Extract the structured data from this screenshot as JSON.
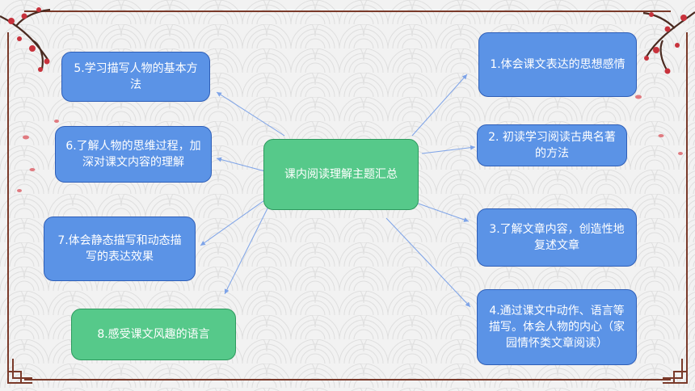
{
  "center": {
    "label": "课内阅读理解主题汇总"
  },
  "nodes": [
    {
      "id": "n1",
      "label": "1.体会课文表达的思想感情"
    },
    {
      "id": "n2",
      "label": "2. 初读学习阅读古典名著的方法"
    },
    {
      "id": "n3",
      "label": "3.了解文章内容，创造性地复述文章"
    },
    {
      "id": "n4",
      "label": "4.通过课文中动作、语言等描写。体会人物的内心（家园情怀类文章阅读）"
    },
    {
      "id": "n5",
      "label": "5.学习描写人物的基本方法"
    },
    {
      "id": "n6",
      "label": "6.了解人物的思维过程，加深对课文内容的理解"
    },
    {
      "id": "n7",
      "label": "7.体会静态描写和动态描写的表达效果"
    },
    {
      "id": "n8",
      "label": "8.感受课文风趣的语言"
    }
  ],
  "colors": {
    "blue_box": "#5b93e6",
    "green_box": "#56c98a",
    "arrow": "#7da3e8",
    "frame": "#7a3a2a",
    "blossom": "#c8323c"
  }
}
